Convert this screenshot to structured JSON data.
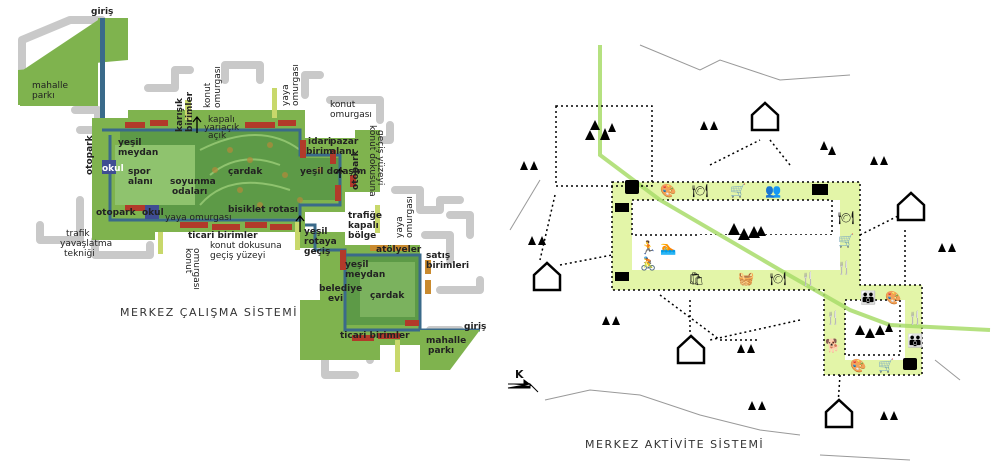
{
  "left": {
    "caption": "MERKEZ ÇALIŞMA SİSTEMİ",
    "labels": {
      "giris_top": "giriş",
      "mahalle_parki_1a": "mahalle",
      "mahalle_parki_1b": "parkı",
      "konut_omurgasi_v1a": "konut",
      "konut_omurgasi_v1b": "omurgası",
      "yaya_omurgasi_v1a": "yaya",
      "yaya_omurgasi_v1b": "omurgası",
      "karisik_kullanim_a": "karışık",
      "karisik_kullanim_b": "birimler",
      "kapali_yari_acik_a": "kapalı",
      "kapali_yari_acik_b": "yarıaçık",
      "kapali_yari_acik_c": "açık",
      "konut_omurgasi_h1a": "konut",
      "konut_omurgasi_h1b": "omurgası",
      "otopark_left": "otopark",
      "yesil_meydan_1a": "yeşil",
      "yesil_meydan_1b": "meydan",
      "cardak_1": "çardak",
      "idari_a": "idari",
      "idari_b": "birim",
      "pazar_a": "pazar",
      "pazar_b": "alanı",
      "konut_dokusuna_v_a": "konut dokusuna",
      "konut_dokusuna_v_b": "geçiş yüzeyi",
      "otopark_right": "otopark",
      "okul_1": "okul",
      "spor_a": "spor",
      "spor_b": "alanı",
      "soyunma_a": "soyunma",
      "soyunma_b": "odaları",
      "yesil_dolasim": "yeşil dolaşım",
      "bisiklet_rotasi": "bisiklet rotası",
      "otopark_bottom": "otopark",
      "okul_2": "okul",
      "yaya_omurgasi_h": "yaya omurgası",
      "trafige_a": "trafiğe",
      "trafige_b": "kapalı",
      "trafige_c": "bölge",
      "yaya_omurgasi_v2a": "yaya",
      "yaya_omurgasi_v2b": "omurgası",
      "trafik_a": "trafik",
      "trafik_b": "yavaşlatma",
      "trafik_c": "tekniği",
      "ticari_1": "ticari birimler",
      "konut_omurgasi_v2a": "konut",
      "konut_omurgasi_v2b": "omurgası",
      "konut_dokusuna_h_a": "konut dokusuna",
      "konut_dokusuna_h_b": "geçiş yüzeyi",
      "yesil_rotaya_a": "yeşil",
      "yesil_rotaya_b": "rotaya",
      "yesil_rotaya_c": "geçiş",
      "atolyeler": "atölyeler",
      "satis_a": "satış",
      "satis_b": "birimleri",
      "yesil_meydan_2a": "yeşil",
      "yesil_meydan_2b": "meydan",
      "belediye_a": "belediye",
      "belediye_b": "evi",
      "cardak_2": "çardak",
      "ticari_2": "ticari birimler",
      "giris_right": "giriş",
      "mahalle_parki_2a": "mahalle",
      "mahalle_parki_2b": "parkı"
    },
    "colors": {
      "road": "#c9c9c9",
      "park": "#7fb34e",
      "plaza": "#5d9a47",
      "plaza_light": "#8fc36e",
      "path": "#3a6a8a",
      "block_red": "#b23a2a",
      "block_orange": "#c98a2e",
      "school": "#3f4d93",
      "yellow_green": "#c8d86b"
    }
  },
  "right": {
    "caption": "MERKEZ AKTİVİTE SİSTEMİ",
    "north_label": "K",
    "colors": {
      "zone_fill": "#e3f5a8",
      "green_line": "#a8dc6a",
      "outline": "#000000"
    },
    "activity_icons": [
      "bus-icon",
      "palette-icon",
      "dining-icon",
      "cart-icon",
      "people-meeting-icon",
      "film-icon",
      "sports-icon",
      "swimming-icon",
      "market-stall-icon",
      "picnic-icon",
      "dining-icon",
      "cart-icon",
      "family-icon",
      "palette-icon"
    ]
  }
}
